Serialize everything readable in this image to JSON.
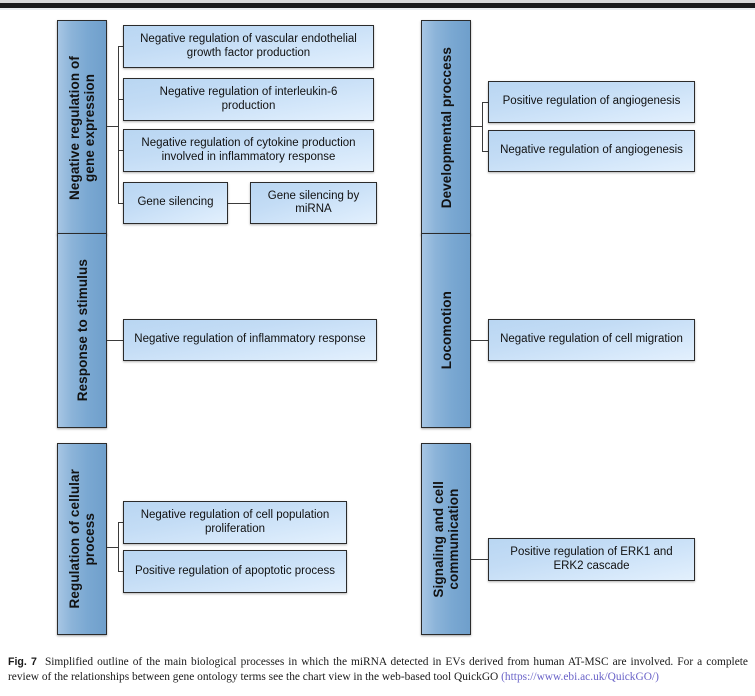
{
  "figure": {
    "columns": [
      {
        "id": "left",
        "groups": [
          {
            "category": "Negative regulation of\ngene expression",
            "terms": [
              "Negative regulation of vascular endothelial\ngrowth factor production",
              "Negative regulation of interleukin-6\nproduction",
              "Negative regulation of cytokine production\ninvolved in inflammatory response",
              "Gene silencing"
            ],
            "child_terms": [
              "Gene silencing by\nmiRNA"
            ]
          },
          {
            "category": "Response to stimulus",
            "terms": [
              "Negative regulation of inflammatory response"
            ],
            "child_terms": []
          },
          {
            "category": "Regulation of cellular\nprocess",
            "terms": [
              "Negative regulation of cell population\nproliferation",
              "Positive regulation of apoptotic process"
            ],
            "child_terms": []
          }
        ]
      },
      {
        "id": "right",
        "groups": [
          {
            "category": "Developmental proccess",
            "terms": [
              "Positive regulation of angiogenesis",
              "Negative regulation of angiogenesis"
            ],
            "child_terms": []
          },
          {
            "category": "Locomotion",
            "terms": [
              "Negative regulation of cell migration"
            ],
            "child_terms": []
          },
          {
            "category": "Signaling and cell\ncommunication",
            "terms": [
              "Positive regulation of ERK1 and\nERK2 cascade"
            ],
            "child_terms": []
          }
        ]
      }
    ]
  },
  "caption": {
    "figure_number": "Fig. 7",
    "text_part1": "Simplified outline of the main biological processes in which the miRNA detected in EVs derived from human AT-MSC are involved. For a complete review of the relationships between gene ontology terms see the chart view in the web-based tool QuickGO ",
    "link": "(https://www.ebi.ac.uk/QuickGO/)"
  },
  "colors": {
    "category_bar_light": "#a7c6e4",
    "category_bar_dark": "#6f9fcb",
    "term_box_light": "#e3f0fd",
    "term_box_dark": "#b9d6f2",
    "border": "#2b2b2b",
    "connector": "#3b3b3b",
    "link": "#6a63c8"
  }
}
